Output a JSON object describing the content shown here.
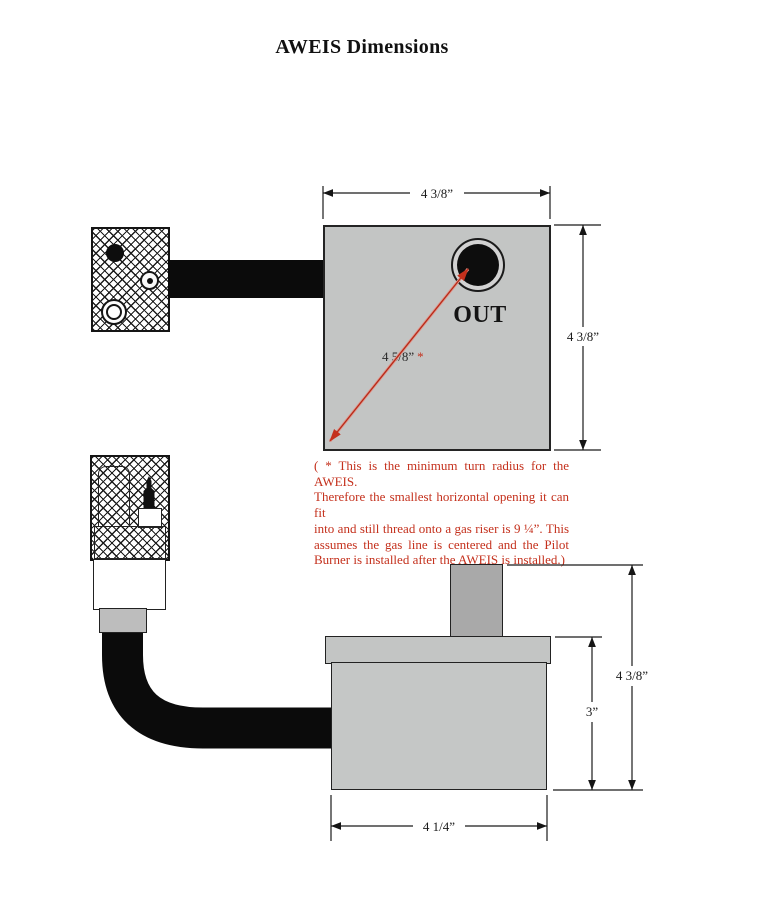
{
  "title": "AWEIS Dimensions",
  "top_view": {
    "width_dim": "4 3/8”",
    "height_dim": "4 3/8”",
    "out_label": "OUT",
    "turn_radius_dim": "4 5/8”",
    "turn_radius_mark": "*",
    "note_lines": [
      "( * This is the minimum turn radius for the AWEIS.",
      "Therefore the smallest horizontal opening it can fit",
      "into and still thread onto a gas riser is 9 ¼”.  This",
      "assumes the gas line is centered and the Pilot",
      "Burner is installed after the AWEIS is installed.)"
    ]
  },
  "side_view": {
    "overall_height_dim": "4 3/8”",
    "body_height_dim": "3”",
    "width_dim": "4 1/4”"
  },
  "colors": {
    "body_gray": "#c3c5c4",
    "riser_gray": "#a9a9a9",
    "cable_black": "#0b0b0b",
    "annotation_red": "#c4301c"
  }
}
